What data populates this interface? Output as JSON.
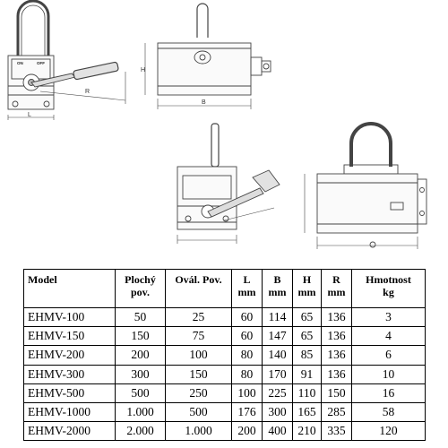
{
  "drawings": {
    "switch_on": "ON",
    "switch_off": "OFF",
    "dims": {
      "L": "L",
      "R": "R",
      "B": "B",
      "H": "H"
    }
  },
  "table": {
    "headers": [
      [
        "Model"
      ],
      [
        "Plochý",
        "pov."
      ],
      [
        "Ovál. Pov."
      ],
      [
        "L",
        "mm"
      ],
      [
        "B",
        "mm"
      ],
      [
        "H",
        "mm"
      ],
      [
        "R",
        "mm"
      ],
      [
        "Hmotnost",
        "kg"
      ]
    ],
    "rows": [
      [
        "EHMV-100",
        "50",
        "25",
        "60",
        "114",
        "65",
        "136",
        "3"
      ],
      [
        "EHMV-150",
        "150",
        "75",
        "60",
        "147",
        "65",
        "136",
        "4"
      ],
      [
        "EHMV-200",
        "200",
        "100",
        "80",
        "140",
        "85",
        "136",
        "6"
      ],
      [
        "EHMV-300",
        "300",
        "150",
        "80",
        "170",
        "91",
        "136",
        "10"
      ],
      [
        "EHMV-500",
        "500",
        "250",
        "100",
        "225",
        "110",
        "150",
        "16"
      ],
      [
        "EHMV-1000",
        "1.000",
        "500",
        "176",
        "300",
        "165",
        "285",
        "58"
      ],
      [
        "EHMV-2000",
        "2.000",
        "1.000",
        "200",
        "400",
        "210",
        "335",
        "120"
      ]
    ]
  }
}
